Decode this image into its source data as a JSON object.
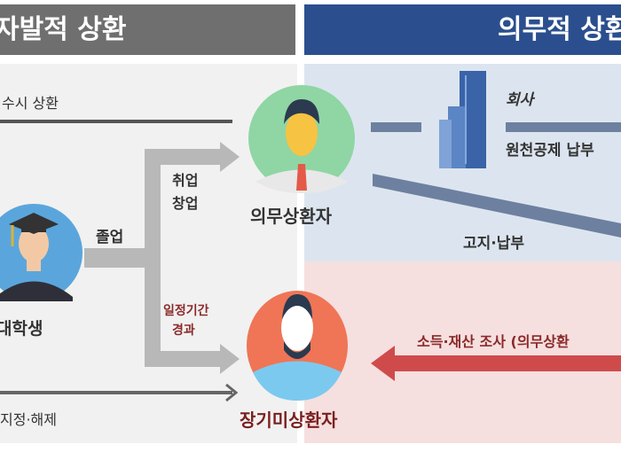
{
  "headers": {
    "voluntary": "자발적 상환",
    "mandatory": "의무적 상환"
  },
  "labels": {
    "anytime_repayment": "수시 상환",
    "graduation": "졸업",
    "employment": "취업",
    "startup": "창업",
    "period_elapsed_1": "일정기간",
    "period_elapsed_2": "경과",
    "designation": "지정·해제",
    "company": "회사",
    "withholding": "원천공제 납부",
    "notice_payment": "고지·납부",
    "investigation": "소득·재산 조사 (의무상환"
  },
  "nodes": {
    "student": "대학생",
    "obligated": "의무상환자",
    "long_term": "장기미상환자"
  },
  "colors": {
    "gray_header": "#6f6f6f",
    "blue_header": "#2b4f8e",
    "red_arrow": "#cf4b4b"
  }
}
